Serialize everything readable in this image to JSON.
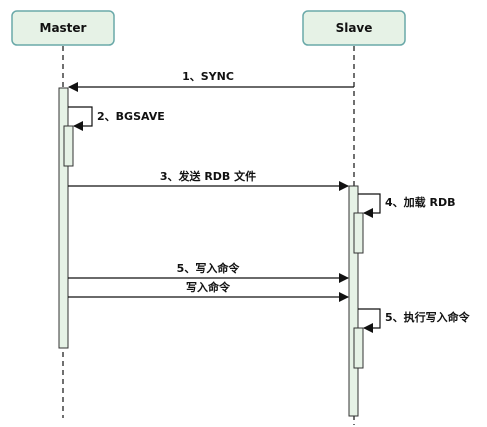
{
  "participants": {
    "master": "Master",
    "slave": "Slave"
  },
  "messages": {
    "m1": "1、SYNC",
    "m2": "2、BGSAVE",
    "m3": "3、发送 RDB 文件",
    "m4": "4、加载 RDB",
    "m5": "5、写入命令",
    "m6": "写入命令",
    "m7": "5、执行写入命令"
  },
  "colors": {
    "box_fill": "#e6f2e6",
    "box_stroke": "#6aa9a9",
    "activation_fill": "#e6f2e6",
    "activation_stroke": "#333333",
    "line": "#111111"
  }
}
